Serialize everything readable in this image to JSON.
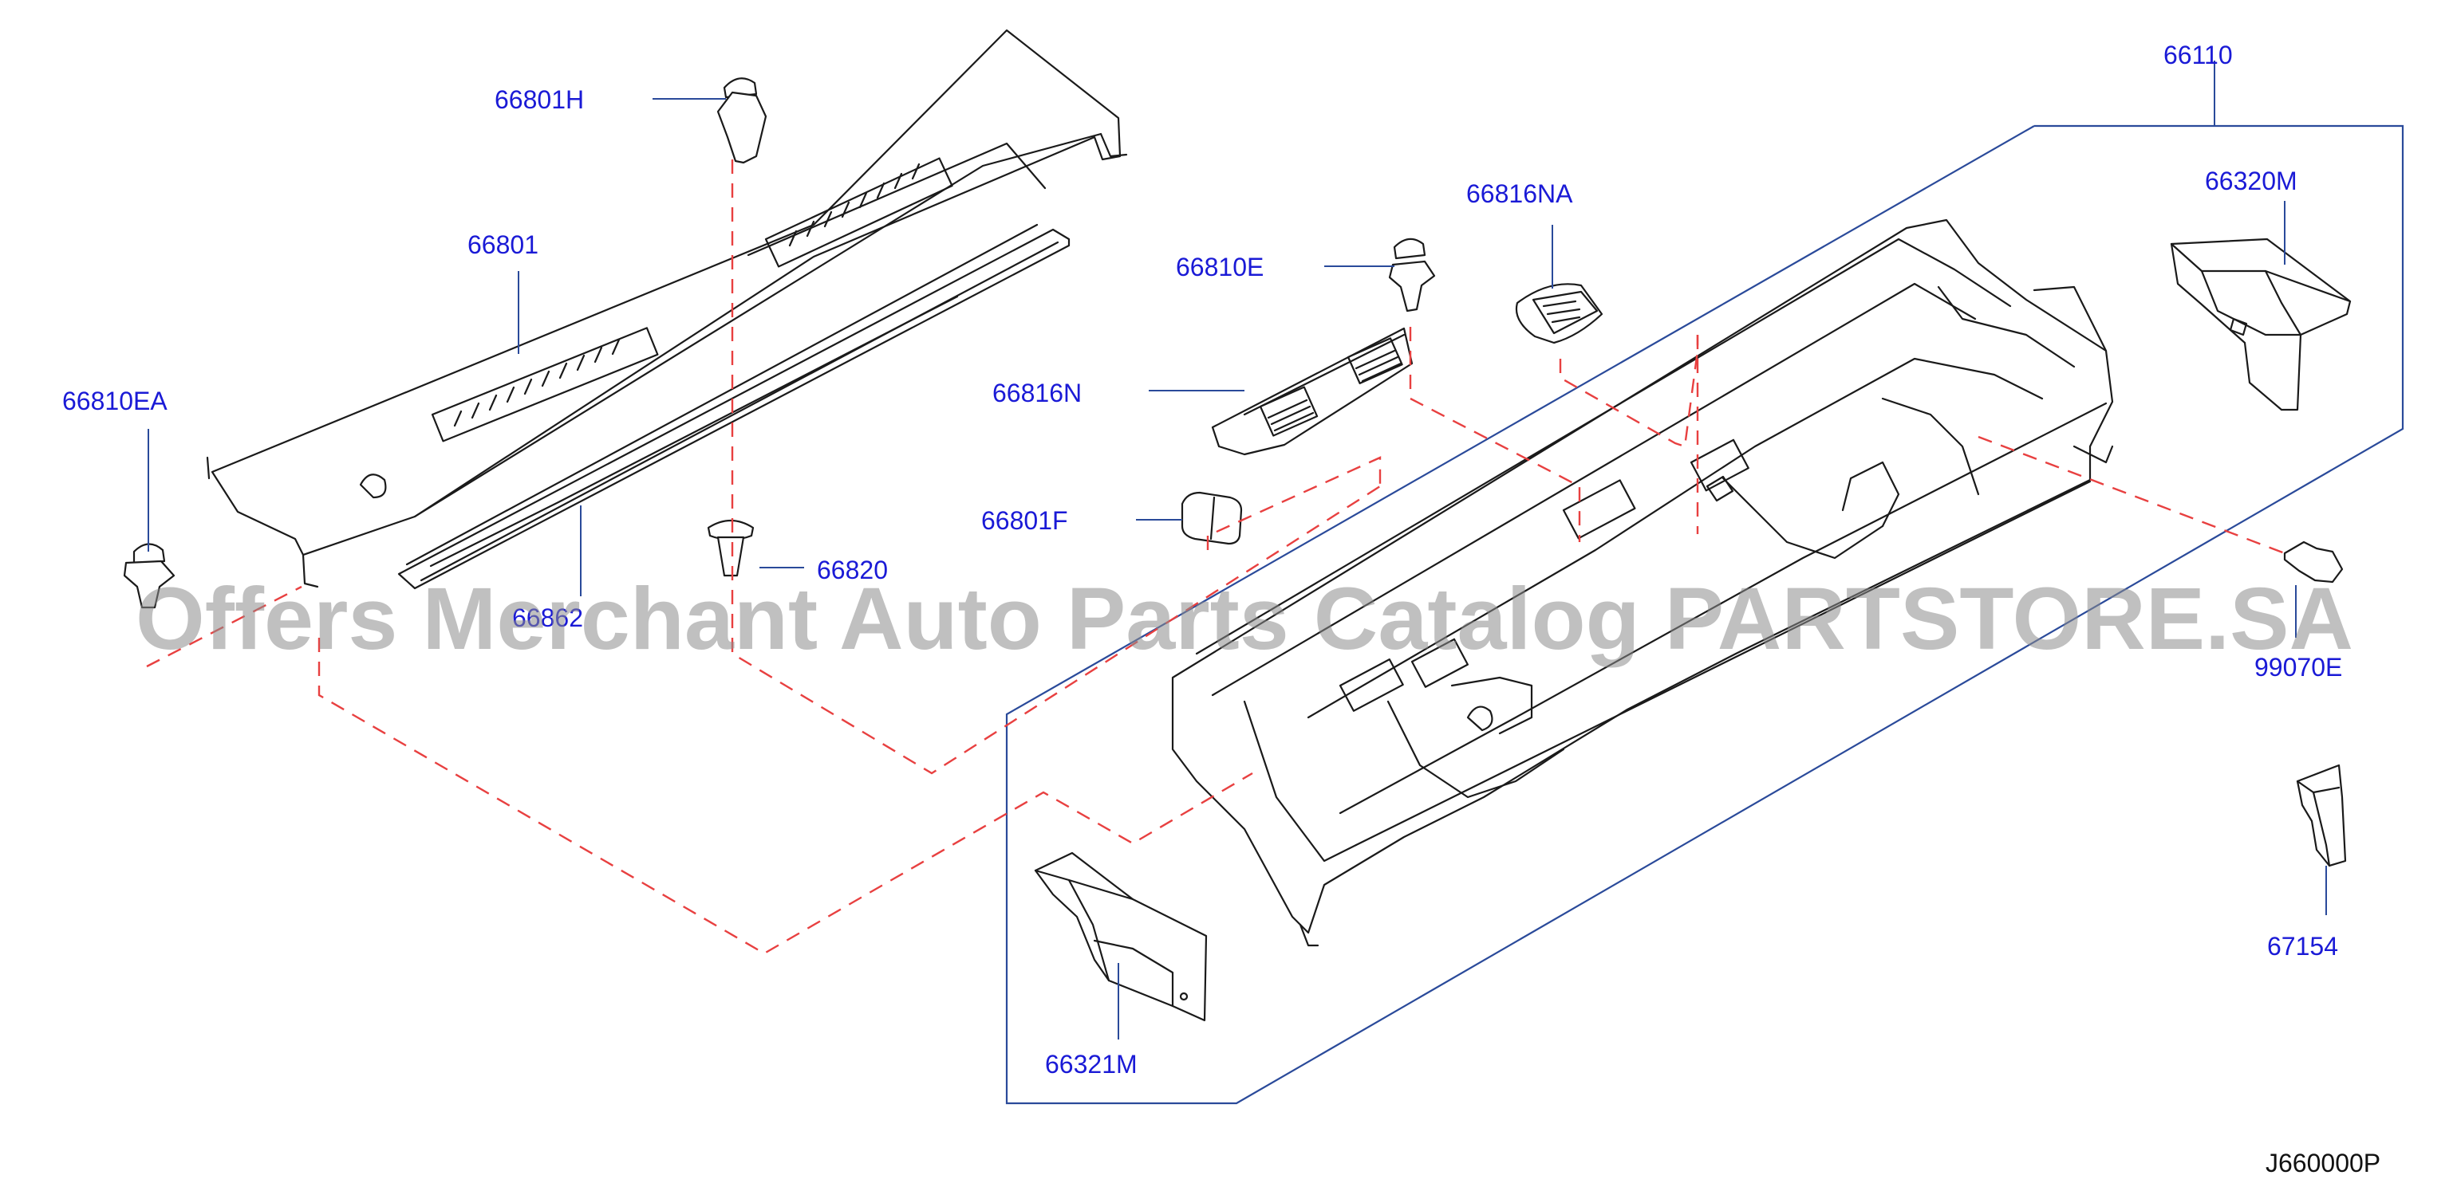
{
  "colors": {
    "label": "#1a1ad6",
    "leader": "#2a4a9a",
    "hidden_line": "#e84040",
    "outline": "#1a1a1a",
    "watermark": "#8c8c8c"
  },
  "watermark": "Offers Merchant Auto Parts Catalog PARTSTORE.SA",
  "diagram_code": "J660000P",
  "labels": {
    "p66110": "66110",
    "p66801H": "66801H",
    "p66801": "66801",
    "p66810EA": "66810EA",
    "p66862": "66862",
    "p66820": "66820",
    "p66816NA": "66816NA",
    "p66810E": "66810E",
    "p66816N": "66816N",
    "p66801F": "66801F",
    "p66320M": "66320M",
    "p99070E": "99070E",
    "p67154": "67154",
    "p66321M": "66321M"
  },
  "icons": {
    "cowl_top": "cowl-top-panel-icon",
    "cowl_seal": "cowl-seal-strip-icon",
    "dash_panel": "dash-panel-assembly-icon",
    "clip": "push-clip-icon",
    "grille": "cowl-grille-icon",
    "bracket": "bracket-icon"
  }
}
